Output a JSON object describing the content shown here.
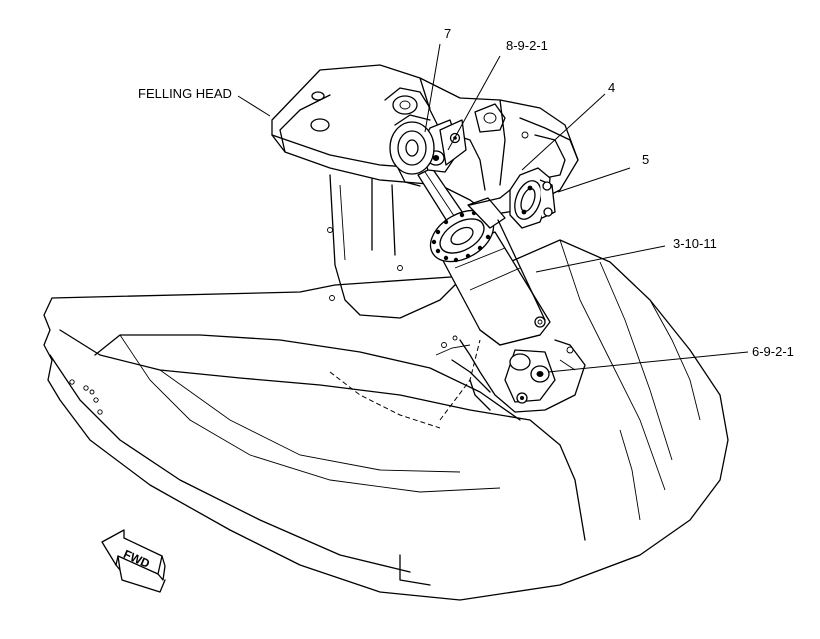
{
  "callouts": {
    "felling_head": "FELLING HEAD",
    "c7": "7",
    "c8921": "8-9-2-1",
    "c4": "4",
    "c5": "5",
    "c31011": "3-10-11",
    "c6921": "6-9-2-1"
  },
  "fwd_label": "FWD"
}
